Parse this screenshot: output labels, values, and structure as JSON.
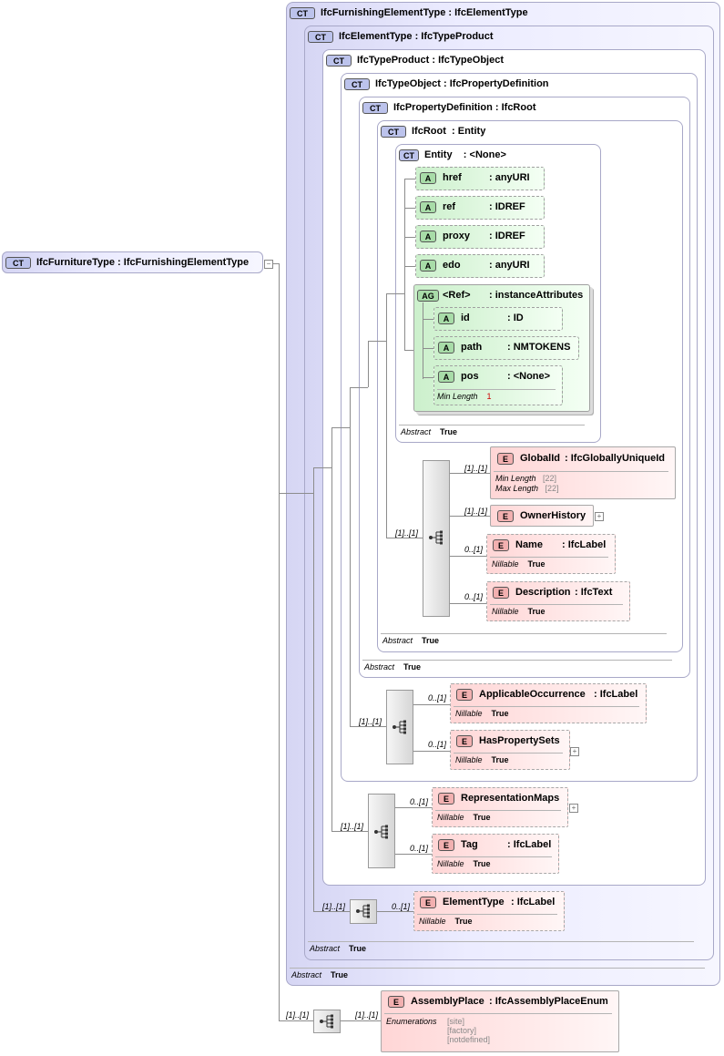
{
  "badges": {
    "ct": "CT",
    "a": "A",
    "ag": "AG",
    "e": "E"
  },
  "root_type": {
    "name": "IfcFurnitureType",
    "sep": ":",
    "base": "IfcFurnishingElementType"
  },
  "ct_chain": [
    {
      "name": "IfcFurnishingElementType",
      "sep": ":",
      "base": "IfcElementType"
    },
    {
      "name": "IfcElementType",
      "sep": ":",
      "base": "IfcTypeProduct"
    },
    {
      "name": "IfcTypeProduct",
      "sep": ":",
      "base": "IfcTypeObject"
    },
    {
      "name": "IfcTypeObject",
      "sep": ":",
      "base": "IfcPropertyDefinition"
    },
    {
      "name": "IfcPropertyDefinition",
      "sep": ":",
      "base": "IfcRoot"
    },
    {
      "name": "IfcRoot",
      "sep": ":",
      "base": "Entity"
    },
    {
      "name": "Entity",
      "sep": ":",
      "base": "<None>"
    }
  ],
  "entity_attrs": [
    {
      "name": "href",
      "type": ": anyURI"
    },
    {
      "name": "ref",
      "type": ": IDREF"
    },
    {
      "name": "proxy",
      "type": ": IDREF"
    },
    {
      "name": "edo",
      "type": ": anyURI"
    }
  ],
  "attr_group": {
    "name": "<Ref>",
    "type": ": instanceAttributes",
    "attrs": [
      {
        "name": "id",
        "type": ": ID"
      },
      {
        "name": "path",
        "type": ": NMTOKENS"
      },
      {
        "name": "pos",
        "type": ": <None>"
      }
    ],
    "min_length_label": "Min Length",
    "min_length_value": "1"
  },
  "labels": {
    "abstract": "Abstract",
    "true": "True",
    "nillable": "Nillable",
    "min_length": "Min Length",
    "max_length": "Max Length",
    "enumerations": "Enumerations"
  },
  "ifcroot_elements": [
    {
      "name": "GlobalId",
      "type": ": IfcGloballyUniqueId",
      "card": "[1]..[1]",
      "min": "[22]",
      "max": "[22]"
    },
    {
      "name": "OwnerHistory",
      "card": "[1]..[1]"
    },
    {
      "name": "Name",
      "type": ": IfcLabel",
      "card": "0..[1]"
    },
    {
      "name": "Description",
      "type": ": IfcText",
      "card": "0..[1]"
    }
  ],
  "ifcroot_seq_card": "[1]..[1]",
  "typeobject_elements": [
    {
      "name": "ApplicableOccurrence",
      "type": ": IfcLabel",
      "card": "0..[1]"
    },
    {
      "name": "HasPropertySets",
      "card": "0..[1]"
    }
  ],
  "typeobject_seq_card": "[1]..[1]",
  "typeproduct_elements": [
    {
      "name": "RepresentationMaps",
      "card": "0..[1]"
    },
    {
      "name": "Tag",
      "type": ": IfcLabel",
      "card": "0..[1]"
    }
  ],
  "typeproduct_seq_card": "[1]..[1]",
  "elementtype_element": {
    "name": "ElementType",
    "type": ": IfcLabel",
    "card": "0..[1]"
  },
  "elementtype_seq_card": "[1]..[1]",
  "assembly": {
    "name": "AssemblyPlace",
    "type": ": IfcAssemblyPlaceEnum",
    "card": "[1]..[1]",
    "seq_card": "[1]..[1]",
    "enums": [
      "[site]",
      "[factory]",
      "[notdefined]"
    ]
  }
}
